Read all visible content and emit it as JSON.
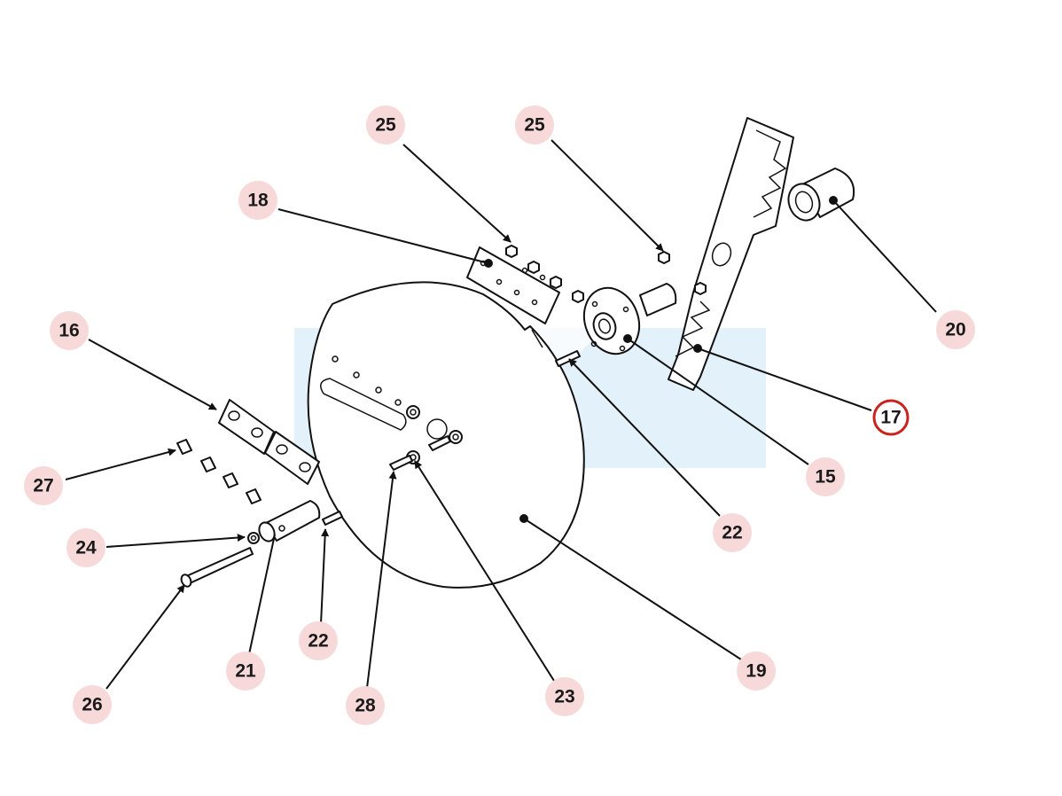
{
  "labels": {
    "l15": "15",
    "l16": "16",
    "l17": "17",
    "l18": "18",
    "l19": "19",
    "l20": "20",
    "l21": "21",
    "l22a": "22",
    "l22b": "22",
    "l23": "23",
    "l24": "24",
    "l25a": "25",
    "l25b": "25",
    "l26": "26",
    "l27": "27",
    "l28": "28"
  },
  "selected_label": "17",
  "colors": {
    "label_fill": "#f7d9d9",
    "selected_ring": "#c8231c",
    "watermark": "#e3f1fa"
  }
}
